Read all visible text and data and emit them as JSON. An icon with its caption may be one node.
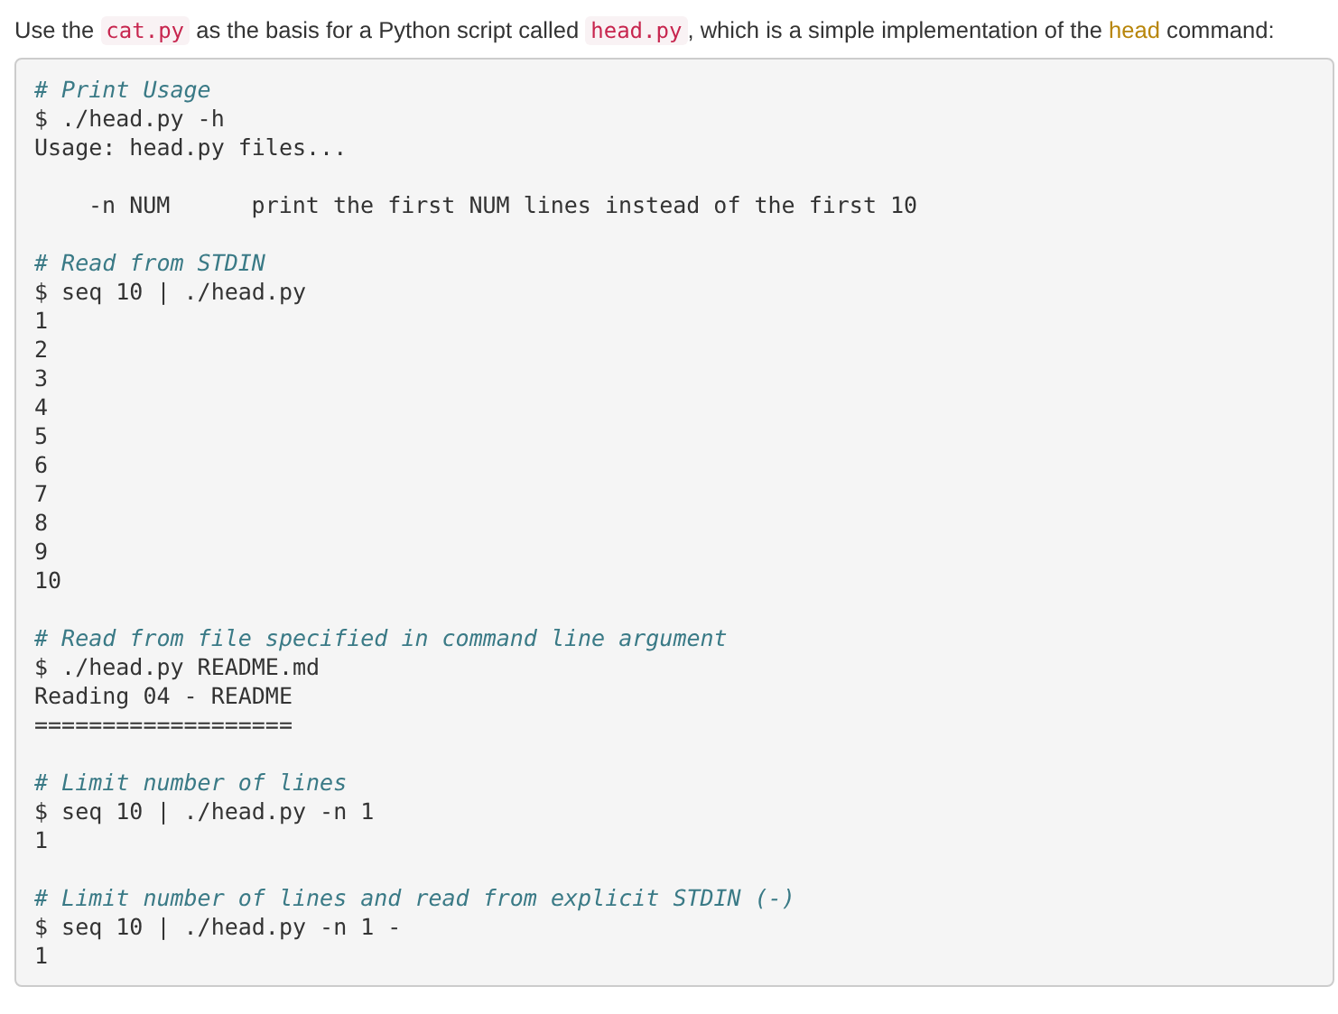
{
  "diagram": {
    "labels": [
      "Use the",
      "cat.py",
      "as the basis for a Python script called",
      "head.py",
      ", which is a simple implementation of the",
      "head",
      "command:",
      "# Print Usage",
      "$ ./head.py -h",
      "Usage: head.py files...",
      "-n NUM      print the first NUM lines instead of the first 10",
      "# Read from STDIN",
      "$ seq 10 | ./head.py",
      "1",
      "2",
      "3",
      "4",
      "5",
      "6",
      "7",
      "8",
      "9",
      "10",
      "# Read from file specified in command line argument",
      "$ ./head.py README.md",
      "Reading 04 - README",
      "===================",
      "# Limit number of lines",
      "$ seq 10 | ./head.py -n 1",
      "1",
      "# Limit number of lines and read from explicit STDIN (-)",
      "$ seq 10 | ./head.py -n 1 -",
      "1"
    ]
  }
}
